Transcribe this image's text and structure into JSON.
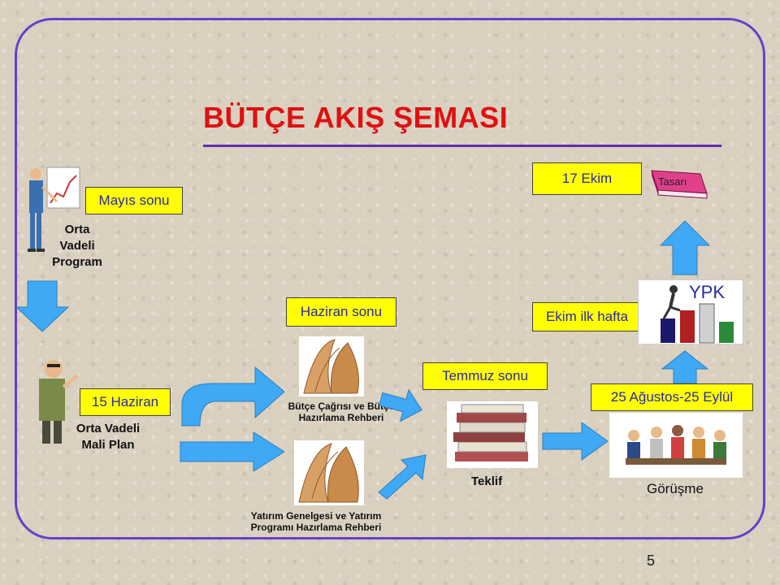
{
  "title": "BÜTÇE AKIŞ ŞEMASI",
  "boxes": {
    "mayis": "Mayıs sonu",
    "ekim17": "17 Ekim",
    "haziran_sonu": "Haziran sonu",
    "ekim_ilk": "Ekim ilk hafta",
    "haziran15": "15 Haziran",
    "temmuz": "Temmuz sonu",
    "agustos": "25 Ağustos-25 Eylül",
    "ypk": "YPK"
  },
  "labels": {
    "ovp_line1": "Orta",
    "ovp_line2": "Vadeli",
    "ovp_line3": "Program",
    "ovmp_line1": "Orta Vadeli",
    "ovmp_line2": "Mali Plan",
    "cagri_line1": "Bütçe Çağrısı ve Bütçe",
    "cagri_line2": "Hazırlama  Rehberi",
    "yatirim_line1": "Yatırım Genelgesi ve Yatırım",
    "yatirim_line2": "Programı Hazırlama Rehberi",
    "teklif": "Teklif",
    "gorusme": "Görüşme",
    "tasari": "Tasarı"
  },
  "page_number": "5",
  "colors": {
    "title": "#e01010",
    "box_fill": "#ffff00",
    "box_text": "#2a2aa8",
    "arrow_fill": "#3fa9f5",
    "frame": "#6a3fc9"
  }
}
